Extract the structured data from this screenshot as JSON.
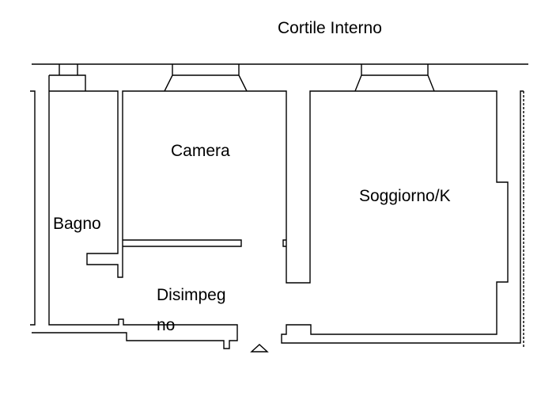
{
  "labels": {
    "courtyard": "Cortile Interno",
    "bedroom": "Camera",
    "bathroom": "Bagno",
    "living": "Soggiorno/K",
    "hall_line1": "Disimpeg",
    "hall_line2": "no"
  },
  "colors": {
    "wall": "#000000",
    "background": "#ffffff"
  }
}
